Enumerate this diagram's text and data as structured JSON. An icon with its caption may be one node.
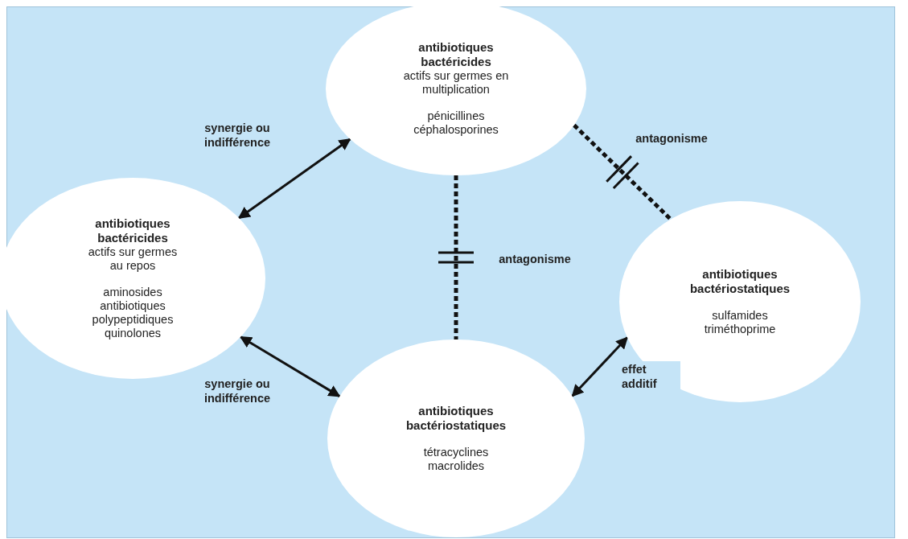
{
  "diagram": {
    "nodes": [
      {
        "text": [
          "antibiotiques bactéricides",
          "actifs sur germes en multiplication",
          "pénicillines céphalosporines"
        ]
      },
      {
        "text": [
          "antibiotiques bactéricides",
          "actifs sur germes au repos",
          "aminosides antibiotiques polypeptidiques quinolones"
        ]
      },
      {
        "text": [
          "antibiotiques bactériostatiques",
          "sulfamides triméthoprime"
        ]
      },
      {
        "text": [
          "antibiotiques bactériostatiques",
          "tétracyclines macrolides"
        ]
      }
    ],
    "edges": [
      {
        "from": 1,
        "to": 0,
        "arrow": "both",
        "label": "synergie ou indifférence"
      },
      {
        "from": 0,
        "to": 3,
        "arrow": "none",
        "style": "dashed",
        "label": "antagonisme"
      },
      {
        "from": 0,
        "to": 2,
        "arrow": "none",
        "style": "dashed",
        "label": "antagonisme"
      },
      {
        "from": 1,
        "to": 3,
        "arrow": "both",
        "label": "synergie ou indifférence"
      },
      {
        "from": 3,
        "to": 2,
        "arrow": "both",
        "label": "effet additif"
      }
    ]
  }
}
